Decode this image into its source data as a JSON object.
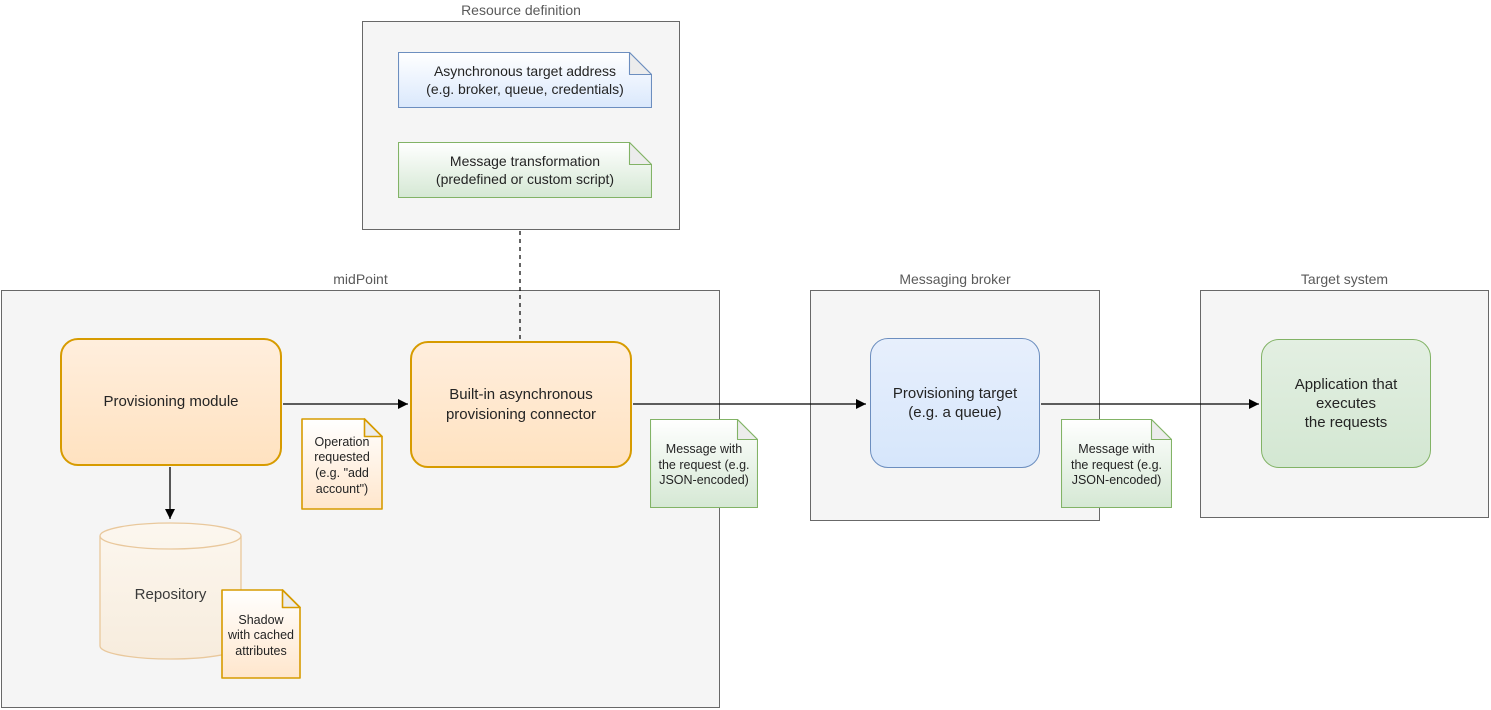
{
  "containers": {
    "resource_definition": {
      "label": "Resource definition"
    },
    "midpoint": {
      "label": "midPoint"
    },
    "messaging_broker": {
      "label": "Messaging broker"
    },
    "target_system": {
      "label": "Target system"
    }
  },
  "shapes": {
    "provisioning_module": {
      "label": "Provisioning module"
    },
    "builtin_connector": {
      "label": "Built-in asynchronous\nprovisioning connector"
    },
    "provisioning_target": {
      "label": "Provisioning target\n(e.g. a queue)"
    },
    "application": {
      "label": "Application that\nexecutes\nthe requests"
    },
    "repository": {
      "label": "Repository"
    }
  },
  "notes": {
    "async_target_address": {
      "text": "Asynchronous target address\n(e.g. broker, queue, credentials)",
      "color": "blue"
    },
    "message_transformation": {
      "text": "Message transformation\n(predefined or custom script)",
      "color": "green"
    },
    "operation_requested": {
      "text": "Operation\nrequested\n(e.g. \"add\naccount\")",
      "color": "orange"
    },
    "shadow": {
      "text": "Shadow\nwith cached\nattributes",
      "color": "orange"
    },
    "message_request_1": {
      "text": "Message with\nthe request (e.g.\nJSON-encoded)",
      "color": "green"
    },
    "message_request_2": {
      "text": "Message with\nthe request (e.g.\nJSON-encoded)",
      "color": "green"
    }
  },
  "edges": [
    {
      "from": "provisioning_module",
      "to": "builtin_connector",
      "style": "solid-arrow"
    },
    {
      "from": "builtin_connector",
      "to": "provisioning_target",
      "style": "solid-arrow"
    },
    {
      "from": "provisioning_target",
      "to": "application",
      "style": "solid-arrow"
    },
    {
      "from": "provisioning_module",
      "to": "repository",
      "style": "solid-arrow"
    },
    {
      "from": "resource_definition",
      "to": "builtin_connector",
      "style": "dashed-line"
    }
  ],
  "colors": {
    "orange_fill": "#ffe6cc",
    "orange_stroke": "#d79b00",
    "blue_fill": "#dae8fc",
    "blue_stroke": "#6c8ebf",
    "green_fill": "#d5e8d4",
    "green_stroke": "#82b366",
    "container_fill": "#f5f5f5",
    "container_stroke": "#686868",
    "arrow": "#000000"
  }
}
